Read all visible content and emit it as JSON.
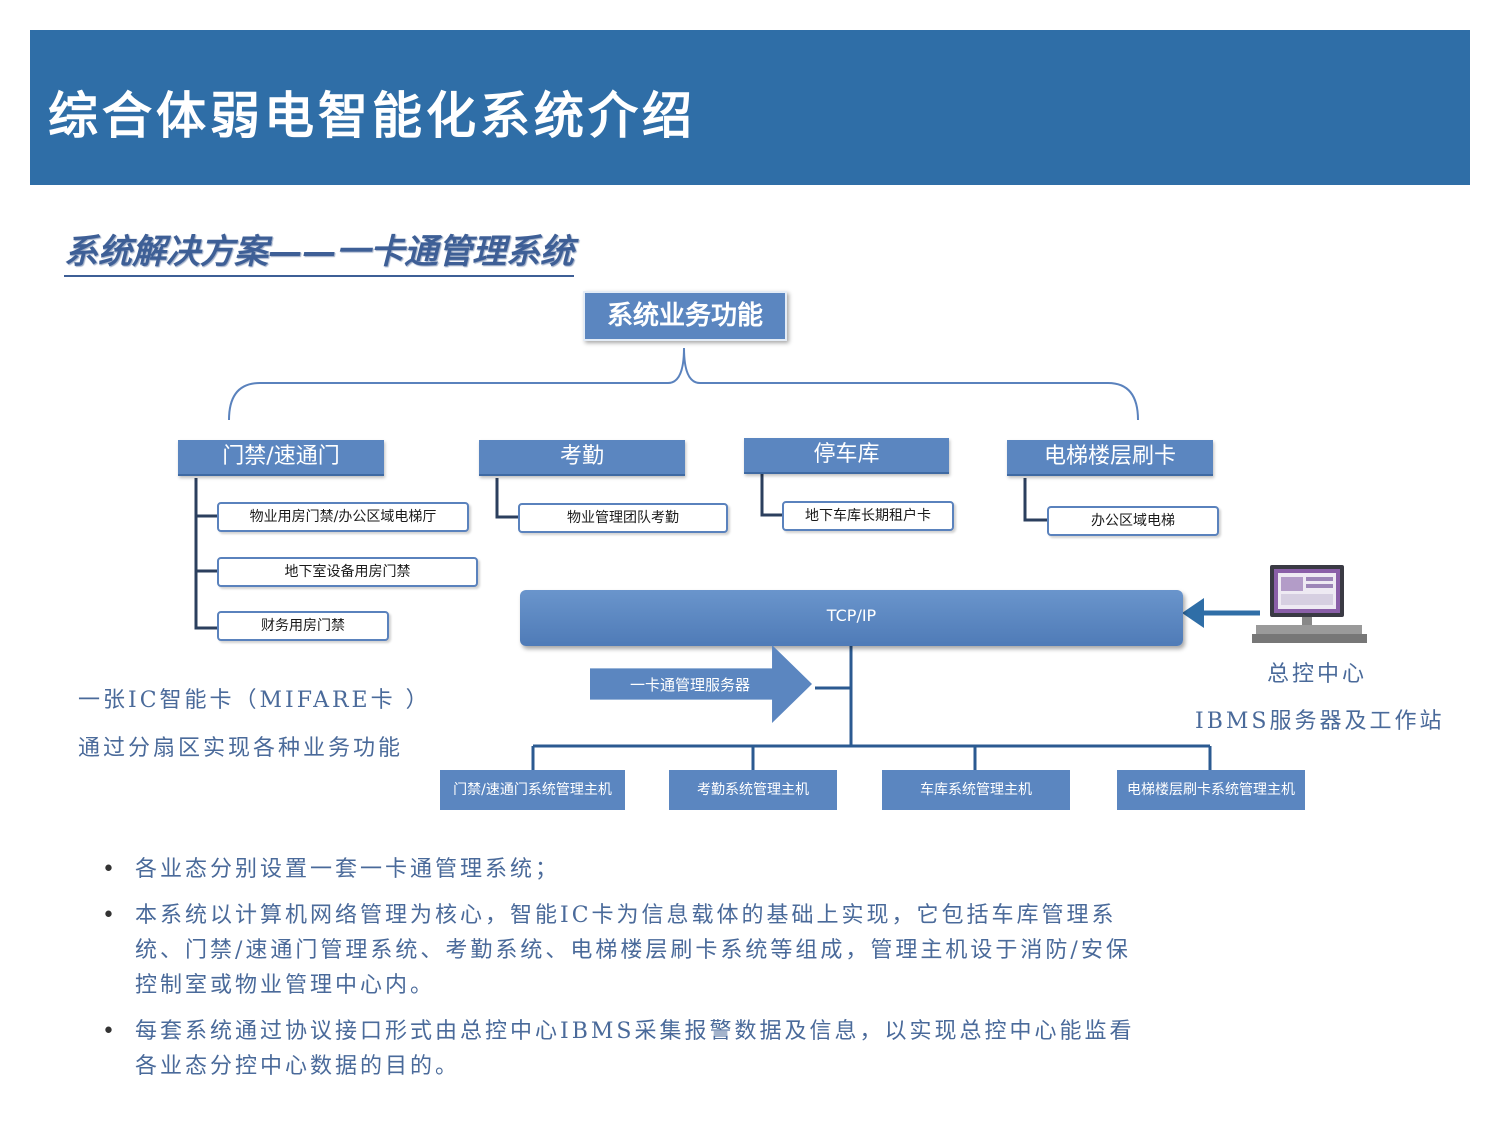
{
  "header": {
    "title": "综合体弱电智能化系统介绍"
  },
  "subtitle": "系统解决方案——一卡通管理系统",
  "diagram": {
    "root": "系统业务功能",
    "categories": [
      {
        "label": "门禁/速通门",
        "items": [
          "物业用房门禁/办公区域电梯厅",
          "地下室设备用房门禁",
          "财务用房门禁"
        ]
      },
      {
        "label": "考勤",
        "items": [
          "物业管理团队考勤"
        ]
      },
      {
        "label": "停车库",
        "items": [
          "地下车库长期租户卡"
        ]
      },
      {
        "label": "电梯楼层刷卡",
        "items": [
          "办公区域电梯"
        ]
      }
    ],
    "network": "TCP/IP",
    "server": "一卡通管理服务器",
    "hosts": [
      "门禁/速通门系统管理主机",
      "考勤系统管理主机",
      "车库系统管理主机",
      "电梯楼层刷卡系统管理主机"
    ],
    "control_center": {
      "title": "总控中心",
      "subtitle": "IBMS服务器及工作站"
    },
    "card_note": [
      "一张IC智能卡（MIFARE卡 ）",
      "通过分扇区实现各种业务功能"
    ],
    "colors": {
      "primary": "#2f6ea7",
      "box": "#5b86c0",
      "text": "#4a6a9a"
    }
  },
  "bullets": [
    "各业态分别设置一套一卡通管理系统；",
    "本系统以计算机网络管理为核心，智能IC卡为信息载体的基础上实现，它包括车库管理系统、门禁/速通门管理系统、考勤系统、电梯楼层刷卡系统等组成，管理主机设于消防/安保控制室或物业管理中心内。",
    "每套系统通过协议接口形式由总控中心IBMS采集报警数据及信息，以实现总控中心能监看各业态分控中心数据的目的。"
  ]
}
